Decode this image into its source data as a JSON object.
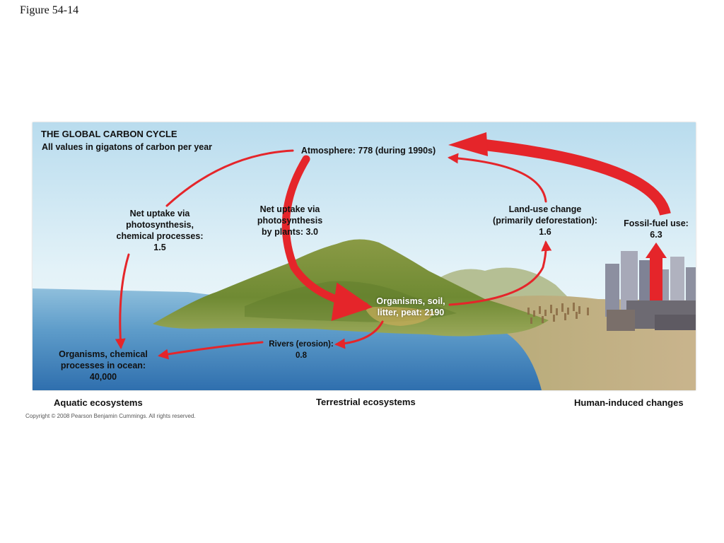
{
  "figure_label": "Figure 54-14",
  "diagram": {
    "title": "THE GLOBAL CARBON CYCLE",
    "subtitle": "All values in gigatons of carbon per year",
    "atmosphere": "Atmosphere: 778 (during 1990s)",
    "ocean_uptake": "Net uptake via\nphotosynthesis,\nchemical processes:\n1.5",
    "plant_uptake": "Net uptake via\nphotosynthesis\nby plants: 3.0",
    "land_use": "Land-use change\n(primarily deforestation):\n1.6",
    "fossil_fuel": "Fossil-fuel use:\n6.3",
    "soil_pool": "Organisms, soil,\nlitter, peat: 2190",
    "rivers": "Rivers (erosion):\n0.8",
    "ocean_pool": "Organisms, chemical\nprocesses in ocean:\n40,000",
    "arrow_color": "#e5252a"
  },
  "sections": {
    "aquatic": "Aquatic ecosystems",
    "terrestrial": "Terrestrial ecosystems",
    "human": "Human-induced changes"
  },
  "copyright": "Copyright © 2008 Pearson Benjamin Cummings. All rights reserved."
}
